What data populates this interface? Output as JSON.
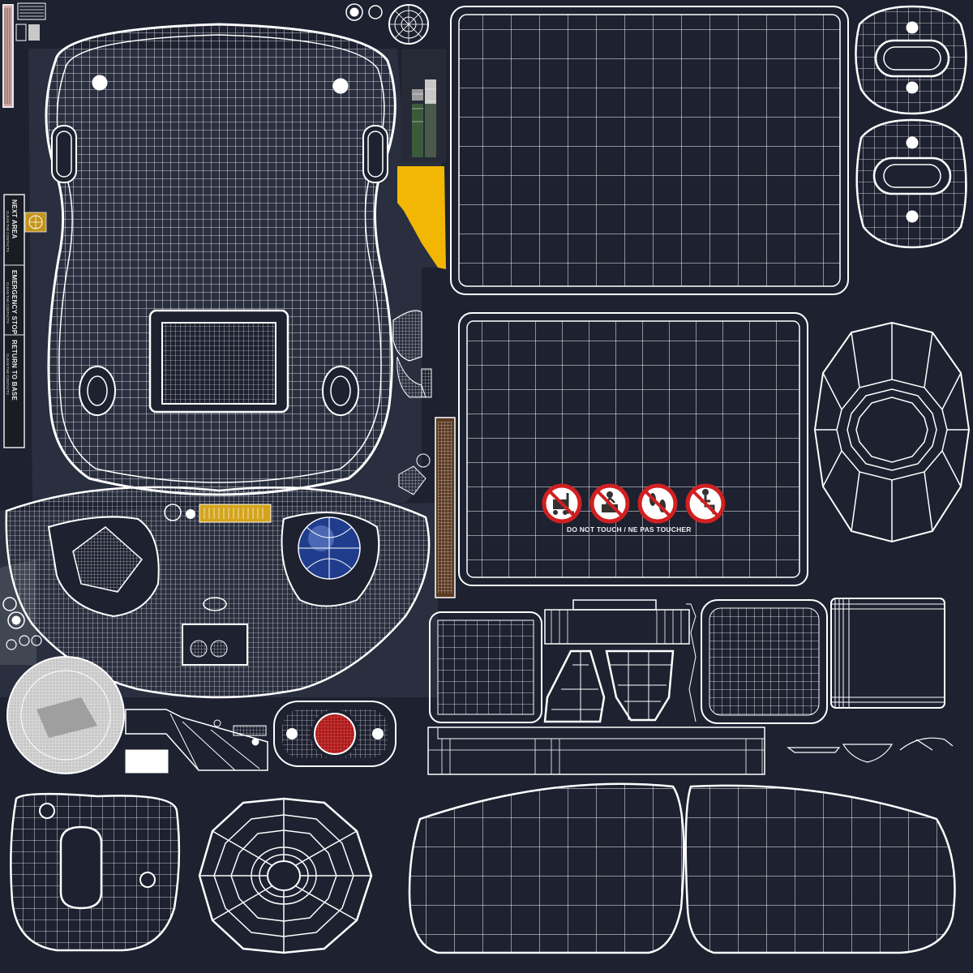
{
  "decals": {
    "next_area": "NEXT AREA",
    "emergency_stop": "EMERGENCY STOP",
    "return_to_base": "RETURN TO BASE",
    "clean_contacts": "CLEAN THE CONTACTS",
    "do_not_touch": "DO NOT TOUCH / NE PAS TOUCHER"
  },
  "colors": {
    "background": "#1d2130",
    "wire": "#ffffff",
    "accent_yellow": "#f2b705",
    "ball_blue": "#1f3d8c",
    "button_red": "#b01818",
    "prohibit_red": "#d02020"
  },
  "icons": [
    "no-forklift-icon",
    "no-lift-icon",
    "no-step-icon",
    "no-sit-icon"
  ]
}
